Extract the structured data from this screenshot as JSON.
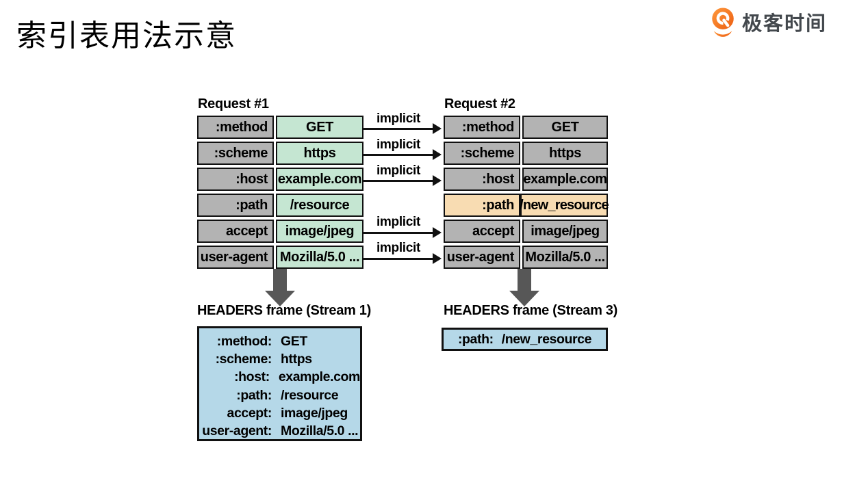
{
  "slide": {
    "title": "索引表用法示意"
  },
  "logo": {
    "text": "极客时间",
    "icon": "geektime-pin-q-icon"
  },
  "colors": {
    "gray": "#b3b3b3",
    "green": "#c5e6d2",
    "peach": "#f8dcb2",
    "blue": "#b5d8e8",
    "bigarrow": "#575757",
    "border": "#111111",
    "accent": "#f06215",
    "logotext": "#43484d"
  },
  "diagram": {
    "implicit_label": "implicit",
    "request1": {
      "title": "Request #1",
      "rows": [
        {
          "key": ":method",
          "value": "GET"
        },
        {
          "key": ":scheme",
          "value": "https"
        },
        {
          "key": ":host",
          "value": "example.com"
        },
        {
          "key": ":path",
          "value": "/resource"
        },
        {
          "key": "accept",
          "value": "image/jpeg"
        },
        {
          "key": "user-agent",
          "value": "Mozilla/5.0 ..."
        }
      ]
    },
    "request2": {
      "title": "Request #2",
      "highlighted_row": ":path",
      "rows": [
        {
          "key": ":method",
          "value": "GET"
        },
        {
          "key": ":scheme",
          "value": "https"
        },
        {
          "key": ":host",
          "value": "example.com"
        },
        {
          "key": ":path",
          "value": "/new_resource"
        },
        {
          "key": "accept",
          "value": "image/jpeg"
        },
        {
          "key": "user-agent",
          "value": "Mozilla/5.0 ..."
        }
      ]
    },
    "frame1": {
      "title": "HEADERS frame (Stream 1)",
      "rows": [
        {
          "key": ":method:",
          "value": "GET"
        },
        {
          "key": ":scheme:",
          "value": "https"
        },
        {
          "key": ":host:",
          "value": "example.com"
        },
        {
          "key": ":path:",
          "value": "/resource"
        },
        {
          "key": "accept:",
          "value": "image/jpeg"
        },
        {
          "key": "user-agent:",
          "value": "Mozilla/5.0 ..."
        }
      ]
    },
    "frame2": {
      "title": "HEADERS frame (Stream 3)",
      "rows": [
        {
          "key": ":path:",
          "value": "/new_resource"
        }
      ]
    }
  }
}
